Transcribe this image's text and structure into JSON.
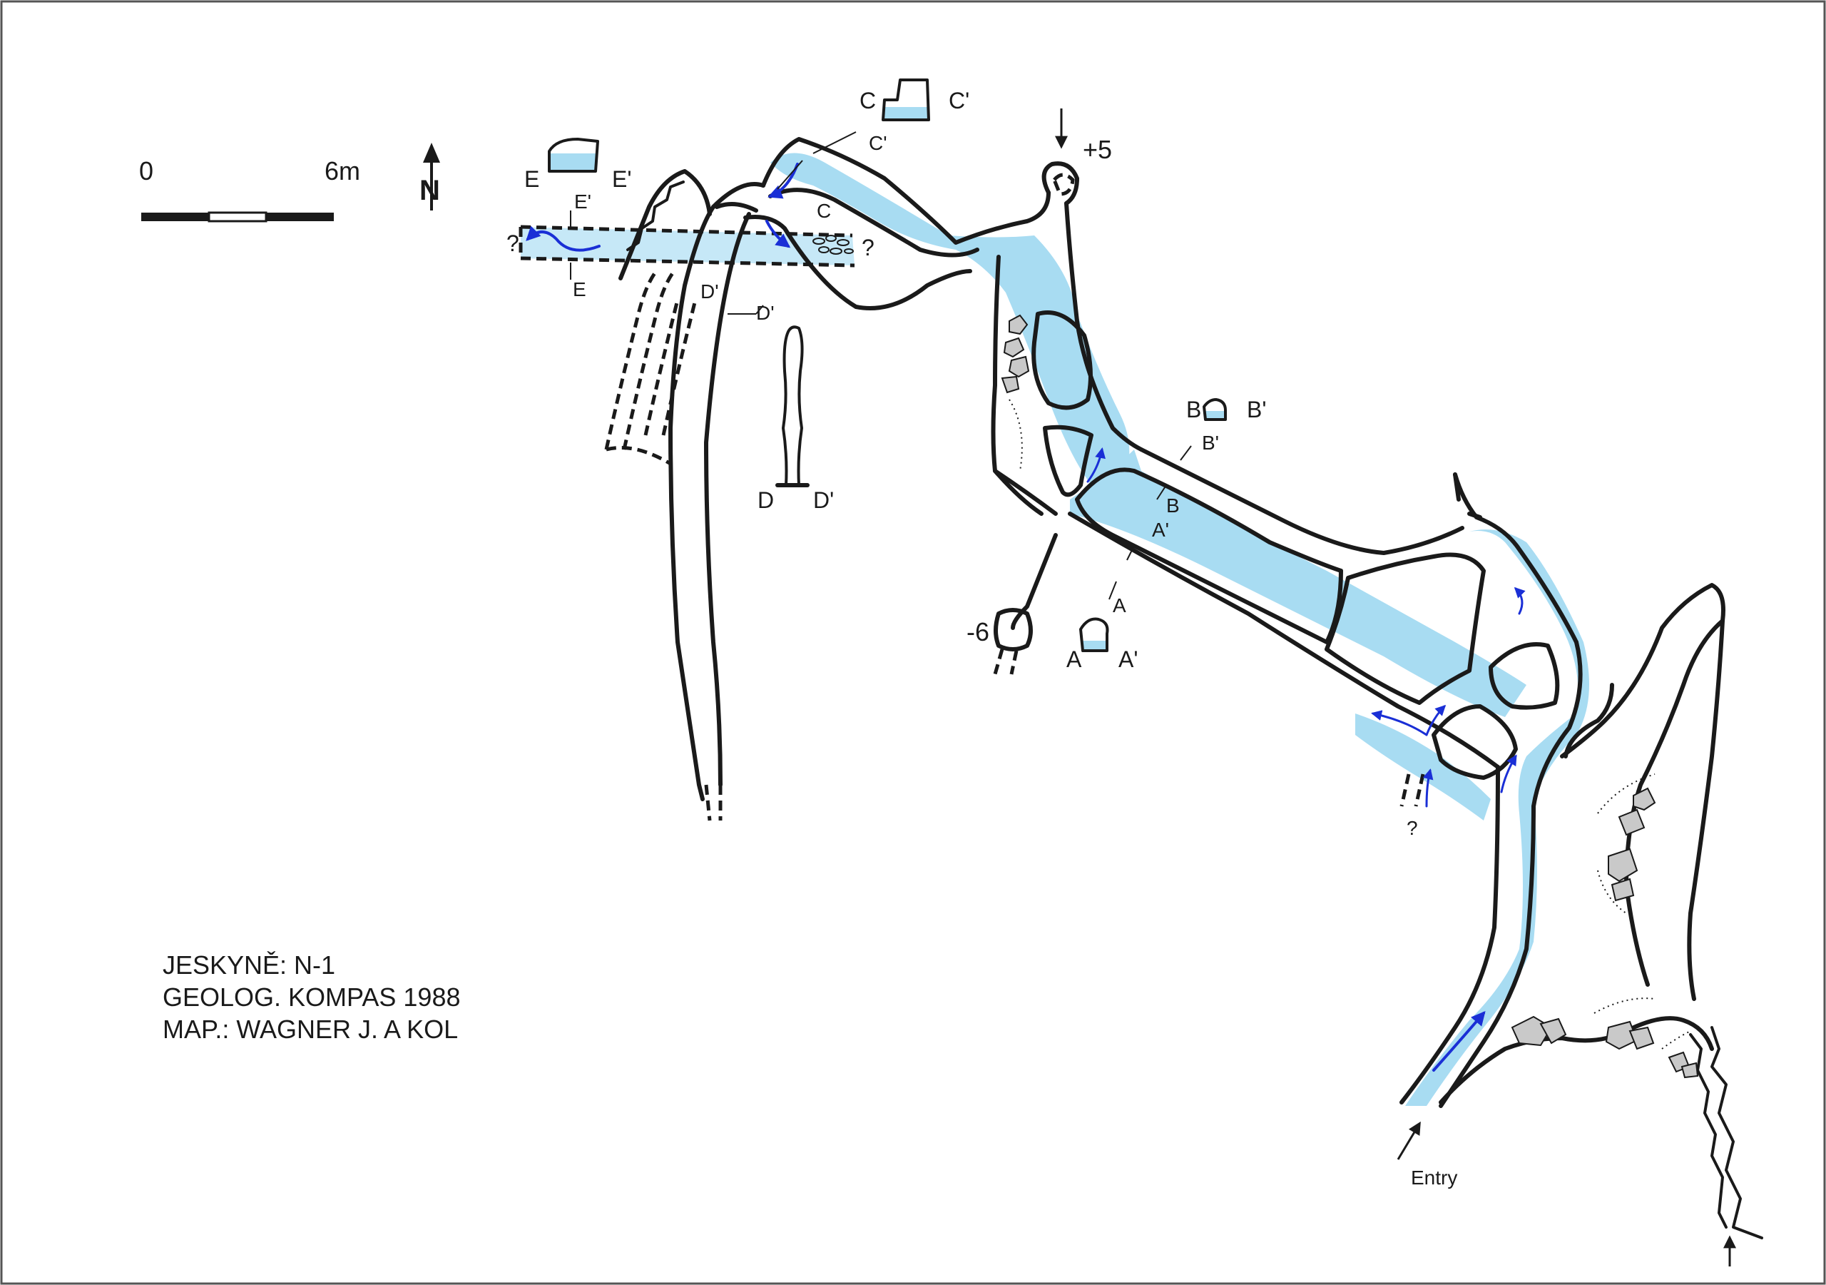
{
  "title_block": {
    "line1": "JESKYNĚ: N-1",
    "line2": "GEOLOG. KOMPAS 1988",
    "line3": "MAP.: WAGNER J. A KOL"
  },
  "scale_bar": {
    "start_label": "0",
    "end_label": "6m"
  },
  "north_arrow": {
    "label": "N"
  },
  "depth_labels": {
    "top": "+5",
    "left": "-6"
  },
  "entry_label": "Entry",
  "unknown_marks": [
    "?",
    "?",
    "?"
  ],
  "section_labels": {
    "a": "A",
    "a_prime": "A'",
    "b": "B",
    "b_prime": "B'",
    "c": "C",
    "c_prime": "C'",
    "d": "D",
    "d_prime": "D'",
    "e": "E",
    "e_prime": "E'"
  },
  "colors": {
    "water": "#a8dcf2",
    "stream_arrow": "#1a2fd6",
    "line": "#1a1a1a",
    "rock": "#c9c9c9"
  }
}
